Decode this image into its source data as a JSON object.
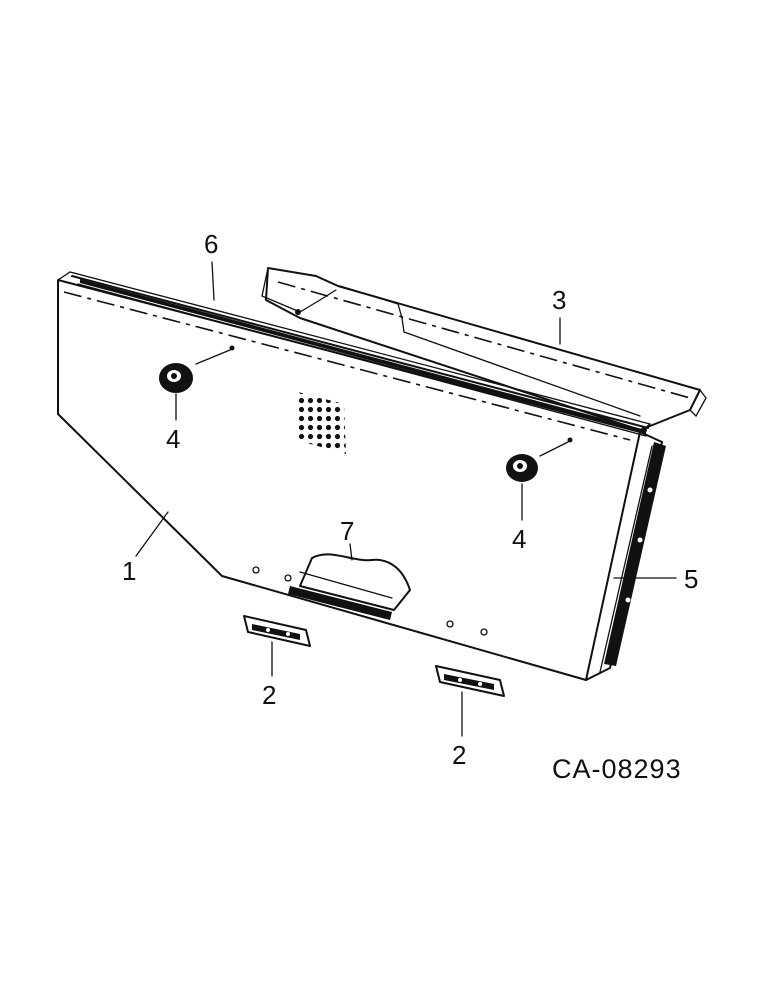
{
  "figure_id": "CA-08293",
  "callouts": {
    "c1": "1",
    "c2a": "2",
    "c2b": "2",
    "c3": "3",
    "c4a": "4",
    "c4b": "4",
    "c5": "5",
    "c6": "6",
    "c7": "7"
  }
}
